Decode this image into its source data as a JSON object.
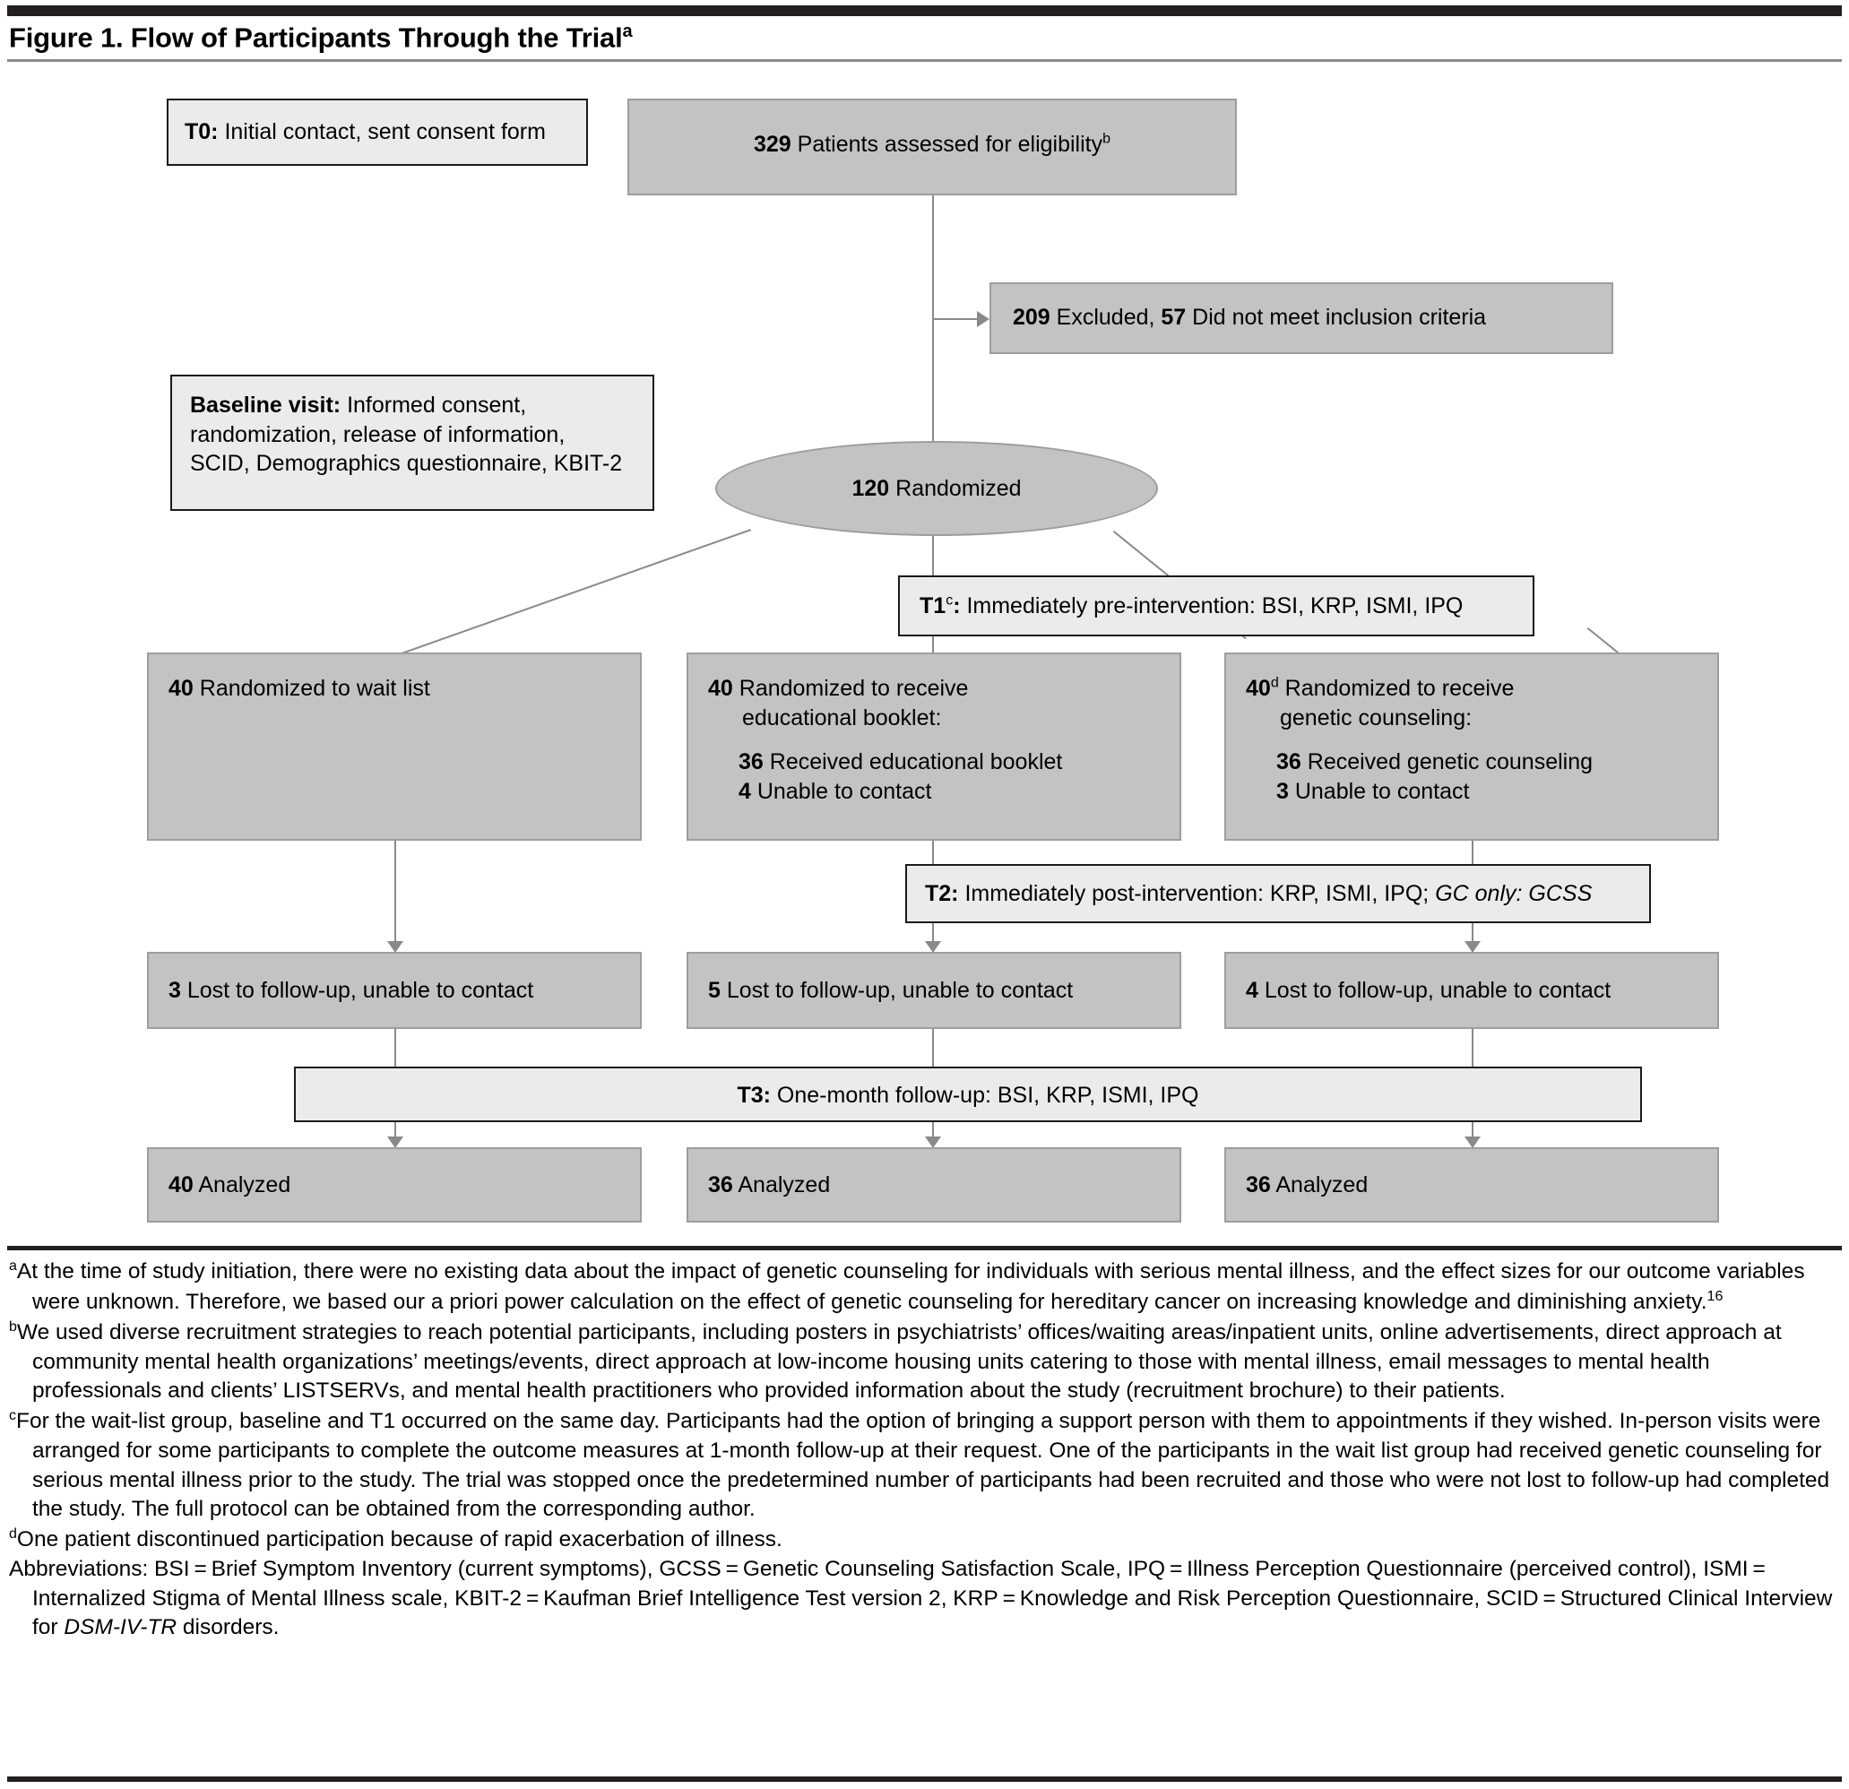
{
  "figure": {
    "title": "Figure 1. Flow of Participants Through the Trial",
    "title_superscript": "a"
  },
  "nodes": {
    "t0": {
      "label_bold": "T0:",
      "label_rest": " Initial contact, sent consent form"
    },
    "assessed": {
      "count": "329",
      "text": " Patients assessed for eligibility",
      "superscript": "b"
    },
    "excluded": {
      "count": "209",
      "text1": " Excluded, ",
      "count2": "57",
      "text2": " Did not meet inclusion criteria"
    },
    "baseline": {
      "label_bold": "Baseline visit:",
      "line1": " Informed consent,",
      "line2": "randomization, release of information,",
      "line3": "SCID, Demographics questionnaire, KBIT-2"
    },
    "randomized": {
      "count": "120",
      "text": " Randomized"
    },
    "t1": {
      "label_bold": "T1",
      "superscript": "c",
      "label_colon": ":",
      "label_rest": " Immediately pre-intervention: BSI, KRP, ISMI, IPQ"
    },
    "arm_waitlist": {
      "count": "40",
      "text": " Randomized to wait list"
    },
    "arm_booklet": {
      "count": "40",
      "text_line1": " Randomized to receive",
      "text_line2": "educational booklet:",
      "sub1_count": "36",
      "sub1_text": " Received educational booklet",
      "sub2_count": "4",
      "sub2_text": " Unable to contact"
    },
    "arm_counseling": {
      "count": "40",
      "superscript": "d",
      "text_line1": " Randomized to receive",
      "text_line2": "genetic counseling:",
      "sub1_count": "36",
      "sub1_text": " Received genetic counseling",
      "sub2_count": "3",
      "sub2_text": " Unable to contact"
    },
    "t2": {
      "label_bold": "T2:",
      "label_rest": " Immediately post-intervention: KRP, ISMI, IPQ; ",
      "label_italic": "GC only: GCSS"
    },
    "lost_waitlist": {
      "count": "3",
      "text": " Lost to follow-up, unable to contact"
    },
    "lost_booklet": {
      "count": "5",
      "text": " Lost to follow-up, unable to contact"
    },
    "lost_counseling": {
      "count": "4",
      "text": " Lost to follow-up, unable to contact"
    },
    "t3": {
      "label_bold": "T3:",
      "label_rest": " One-month follow-up: BSI, KRP, ISMI, IPQ"
    },
    "analyzed_waitlist": {
      "count": "40",
      "text": " Analyzed"
    },
    "analyzed_booklet": {
      "count": "36",
      "text": " Analyzed"
    },
    "analyzed_counseling": {
      "count": "36",
      "text": "  Analyzed"
    }
  },
  "footnotes": {
    "a_marker": "a",
    "a_text": "At the time of study initiation, there were no existing data about the impact of genetic counseling for individuals with serious mental illness, and the effect sizes for our outcome variables were unknown. Therefore, we based our a priori power calculation on the effect of genetic counseling for hereditary cancer on increasing knowledge and diminishing anxiety.",
    "a_ref": "16",
    "b_marker": "b",
    "b_text": "We used diverse recruitment strategies to reach potential participants, including posters in psychiatrists’ offices/waiting areas/inpatient units, online advertisements, direct approach at community mental health organizations’ meetings/events, direct approach at low-income housing units catering to those with mental illness, email messages to mental health professionals and clients’ LISTSERVs, and mental health practitioners who provided information about the study (recruitment brochure) to their patients.",
    "c_marker": "c",
    "c_text": "For the wait-list group, baseline and T1 occurred on the same day. Participants had the option of bringing a support person with them to appointments if they wished. In-person visits were arranged for some participants to complete the outcome measures at 1-month follow-up at their request. One of the participants in the wait list group had received genetic counseling for serious mental illness prior to the study. The trial was stopped once the predetermined number of participants had been recruited and those who were not lost to follow-up had completed the study. The full protocol can be obtained from the corresponding author.",
    "d_marker": "d",
    "d_text": "One patient discontinued participation because of rapid exacerbation of illness.",
    "abbrev_lead": "Abbreviations: BSI = Brief Symptom Inventory (current symptoms), GCSS = Genetic Counseling Satisfaction Scale, IPQ = Illness Perception Questionnaire (perceived control), ISMI = Internalized Stigma of Mental Illness scale, KBIT-2 = Kaufman Brief Intelligence Test version 2, KRP = Knowledge and Risk Perception Questionnaire, SCID = Structured Clinical Interview for ",
    "abbrev_italic": "DSM-IV-TR",
    "abbrev_tail": " disorders."
  },
  "colors": {
    "node_gray_fill": "#c3c3c3",
    "node_gray_border": "#9d9d9d",
    "node_light_fill": "#ebebeb",
    "node_light_border": "#1b1b1b",
    "connector": "#8a8a8a",
    "rule": "#231f20"
  }
}
